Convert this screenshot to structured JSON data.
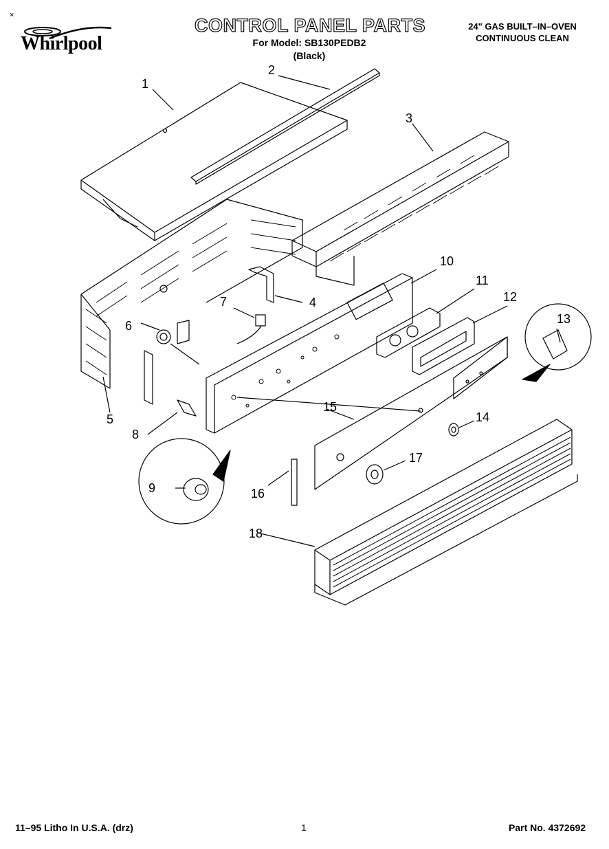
{
  "header": {
    "corner_mark": "×",
    "brand": "Whirlpool",
    "title": "CONTROL PANEL PARTS",
    "model_line": "For Model: SB130PEDB2",
    "color_line": "(Black)",
    "product_line1": "24\" GAS BUILT–IN–OVEN",
    "product_line2": "CONTINUOUS CLEAN"
  },
  "callouts": [
    "1",
    "2",
    "3",
    "4",
    "5",
    "6",
    "7",
    "8",
    "9",
    "10",
    "11",
    "12",
    "13",
    "14",
    "15",
    "16",
    "17",
    "18"
  ],
  "footer": {
    "print_info": "11–95 Litho In U.S.A. (drz)",
    "page_number": "1",
    "part_number": "Part No. 4372692"
  }
}
